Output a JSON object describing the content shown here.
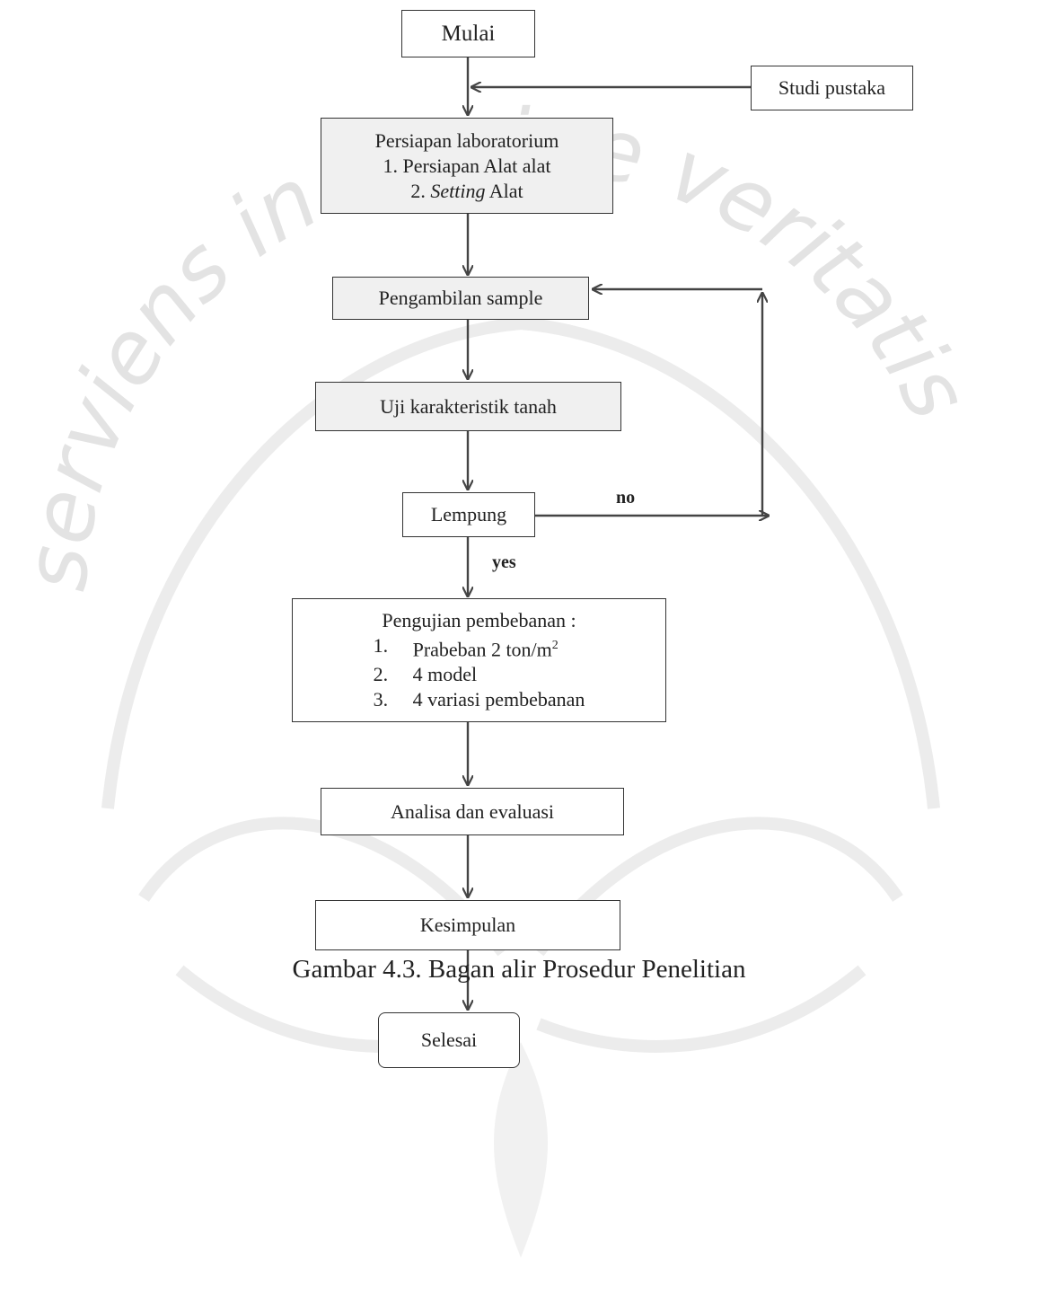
{
  "nodes": {
    "mulai": "Mulai",
    "studi": "Studi pustaka",
    "persiapan": {
      "title": "Persiapan laboratorium",
      "item1_num": "1.",
      "item1": "Persiapan Alat alat",
      "item2_num": "2.",
      "item2_em": "Setting",
      "item2": "Alat"
    },
    "pengambilan": "Pengambilan sample",
    "uji": "Uji karakteristik tanah",
    "lempung": "Lempung",
    "pengujian": {
      "title": "Pengujian pembebanan :",
      "items": [
        {
          "num": "1.",
          "text": "Prabeban 2 ton/m",
          "sup": "2"
        },
        {
          "num": "2.",
          "text": "4 model"
        },
        {
          "num": "3.",
          "text": "4 variasi pembebanan"
        }
      ]
    },
    "analisa": "Analisa dan evaluasi",
    "kesimpulan": "Kesimpulan",
    "selesai": "Selesai"
  },
  "edge_labels": {
    "no": "no",
    "yes": "yes"
  },
  "caption": "Gambar 4.3. Bagan alir Prosedur Penelitian",
  "watermark": {
    "text": "serviens in lumine veritatis",
    "color": "#e6e6e6"
  }
}
